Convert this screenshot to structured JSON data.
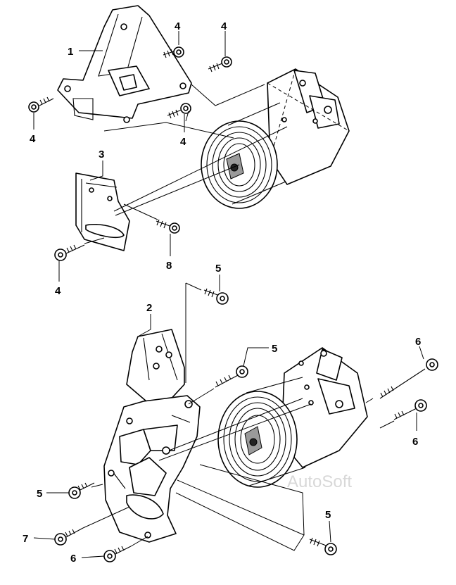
{
  "callouts": {
    "c1": "1",
    "c2": "2",
    "c3": "3",
    "c4a": "4",
    "c4b": "4",
    "c4c": "4",
    "c4d": "4",
    "c4e": "4",
    "c5a": "5",
    "c5b": "5",
    "c5c": "5",
    "c5d": "5",
    "c6a": "6",
    "c6b": "6",
    "c6c": "6",
    "c7": "7",
    "c8": "8"
  },
  "watermark": "AutoSoft",
  "colors": {
    "line": "#000000",
    "background": "#ffffff",
    "watermark": "#d8d8d8"
  }
}
